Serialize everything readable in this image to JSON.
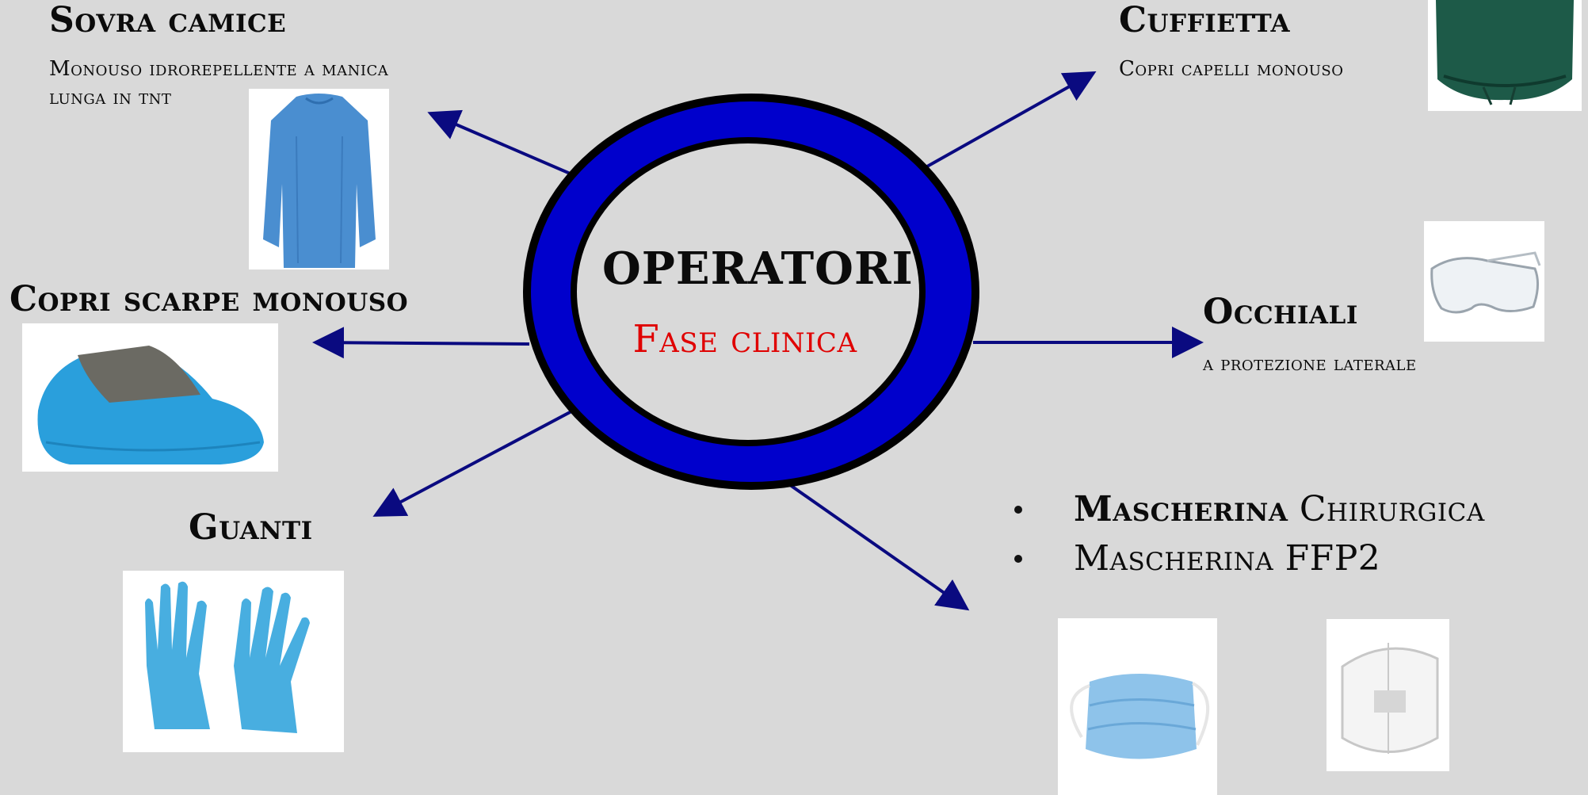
{
  "center": {
    "title": "OPERATORI",
    "subtitle": "Fase clinica"
  },
  "items": {
    "gown": {
      "title": "Sovra camice",
      "desc_line1": "Monouso idrorepellente a manica",
      "desc_line2": "lunga in tnt"
    },
    "cap": {
      "title": "Cuffietta",
      "desc": "Copri capelli monouso"
    },
    "shoes": {
      "title": "Copri scarpe monouso"
    },
    "glasses": {
      "title": "Occhiali",
      "desc": "a protezione laterale"
    },
    "gloves": {
      "title": "Guanti"
    },
    "masks": {
      "item1_bold": "Mascherina",
      "item1_rest": " Chirurgica",
      "item2": "Mascherina FFP2"
    }
  },
  "colors": {
    "ring": "#0000cc",
    "ring_edge": "#000000",
    "arrow": "#0a0a80",
    "subtitle": "#e00000",
    "background": "#d9d9d9"
  },
  "icons": [
    "gown-image",
    "cap-image",
    "shoe-cover-image",
    "glasses-image",
    "gloves-image",
    "surgical-mask-image",
    "ffp2-mask-image"
  ]
}
